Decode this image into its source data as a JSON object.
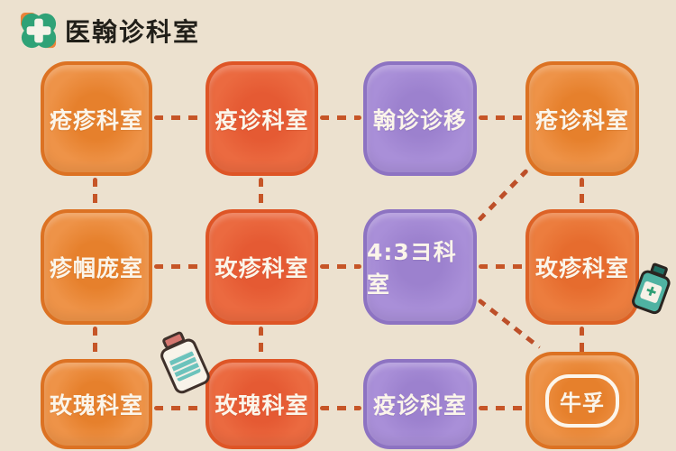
{
  "header": {
    "title": "医翰诊科室",
    "logo": "green-clover-medical-cross"
  },
  "palette": {
    "background": "#ece1cf",
    "orange_light": "#ee9348",
    "orange_mid": "#ec7d3e",
    "orange_red": "#eb6a40",
    "purple": "#a98fd8",
    "dash": "#c65527",
    "node_text": "#fbf5ea",
    "title_text": "#211f19"
  },
  "nodes": [
    {
      "id": "r1c1",
      "label": "疮疹科室",
      "color": "orange_light"
    },
    {
      "id": "r1c2",
      "label": "疫诊科室",
      "color": "orange_red"
    },
    {
      "id": "r1c3",
      "label": "翰诊诊移",
      "color": "purple"
    },
    {
      "id": "r1c4",
      "label": "疮诊科室",
      "color": "orange_light"
    },
    {
      "id": "r2c1",
      "label": "疹帼庞室",
      "color": "orange_light"
    },
    {
      "id": "r2c2",
      "label": "玫疹科室",
      "color": "orange_red"
    },
    {
      "id": "r2c3",
      "label": "4:3ヨ科室",
      "color": "purple"
    },
    {
      "id": "r2c4",
      "label": "玫疹科室",
      "color": "orange_mid"
    },
    {
      "id": "r3c1",
      "label": "玫瑰科室",
      "color": "orange_light"
    },
    {
      "id": "r3c2",
      "label": "玫瑰科室",
      "color": "orange_red"
    },
    {
      "id": "r3c3",
      "label": "疫诊科室",
      "color": "purple"
    },
    {
      "id": "r3c4",
      "label": "牛孚",
      "color": "orange_light",
      "shape": "speech-bubble"
    }
  ],
  "connections": [
    {
      "from": "r1c1",
      "to": "r1c2",
      "type": "dashed"
    },
    {
      "from": "r1c2",
      "to": "r1c3",
      "type": "dashed"
    },
    {
      "from": "r1c3",
      "to": "r1c4",
      "type": "dashed"
    },
    {
      "from": "r2c1",
      "to": "r2c2",
      "type": "dashed"
    },
    {
      "from": "r2c2",
      "to": "r2c3",
      "type": "dashed"
    },
    {
      "from": "r2c3",
      "to": "r2c4",
      "type": "dashed"
    },
    {
      "from": "r3c1",
      "to": "r3c2",
      "type": "dashed"
    },
    {
      "from": "r3c2",
      "to": "r3c3",
      "type": "dashed"
    },
    {
      "from": "r3c3",
      "to": "r3c4",
      "type": "dashed"
    },
    {
      "from": "r1c1",
      "to": "r2c1",
      "type": "dashed"
    },
    {
      "from": "r2c1",
      "to": "r3c1",
      "type": "dashed"
    },
    {
      "from": "r1c2",
      "to": "r2c2",
      "type": "dashed"
    },
    {
      "from": "r2c2",
      "to": "r3c2",
      "type": "dashed"
    },
    {
      "from": "r1c4",
      "to": "r2c4",
      "type": "dashed"
    },
    {
      "from": "r2c4",
      "to": "r3c4",
      "type": "dashed"
    },
    {
      "from": "r1c4",
      "to": "r2c3",
      "type": "dashed-diagonal"
    },
    {
      "from": "r2c3",
      "to": "r3c4",
      "type": "dashed-diagonal"
    }
  ],
  "icons": [
    {
      "name": "white-medicine-vial",
      "desc": "white vial, pink cap, teal label, tilted left"
    },
    {
      "name": "teal-medicine-bottle",
      "desc": "teal bottle, dark cap, white label with green cross, tilted right"
    }
  ]
}
